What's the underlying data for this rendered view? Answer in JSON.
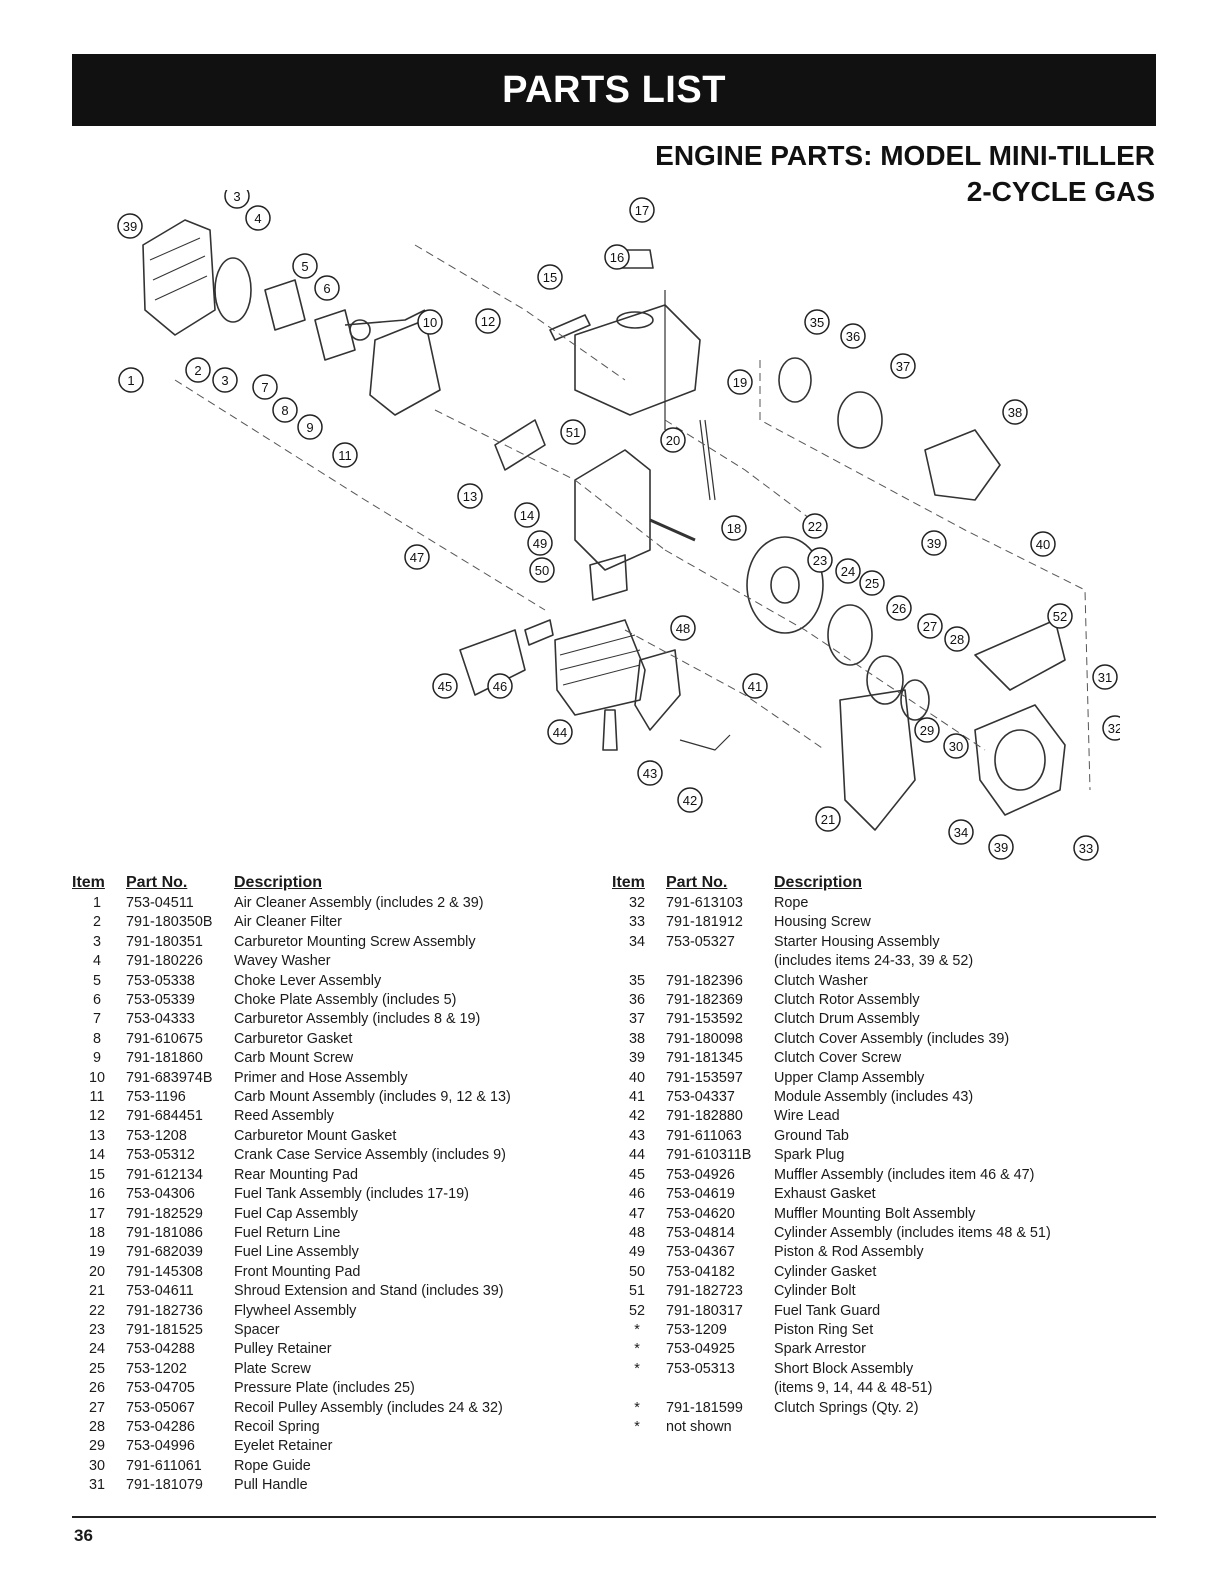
{
  "banner": {
    "title": "PARTS LIST"
  },
  "subtitle": {
    "line1": "ENGINE PARTS: MODEL MINI-TILLER",
    "line2": "2-CYCLE GAS"
  },
  "diagram": {
    "callouts": [
      "39",
      "3",
      "4",
      "5",
      "6",
      "10",
      "1",
      "2",
      "3",
      "7",
      "8",
      "9",
      "11",
      "12",
      "13",
      "14",
      "15",
      "16",
      "17",
      "19",
      "20",
      "51",
      "18",
      "35",
      "36",
      "37",
      "38",
      "39",
      "40",
      "22",
      "23",
      "24",
      "25",
      "26",
      "27",
      "28",
      "52",
      "31",
      "32",
      "29",
      "30",
      "21",
      "34",
      "39",
      "33",
      "47",
      "49",
      "50",
      "48",
      "45",
      "46",
      "41",
      "44",
      "43",
      "42"
    ]
  },
  "table_headers": {
    "item": "Item",
    "part": "Part No.",
    "desc": "Description"
  },
  "left_rows": [
    [
      "1",
      "753-04511",
      "Air Cleaner Assembly (includes 2 & 39)"
    ],
    [
      "2",
      "791-180350B",
      "Air Cleaner Filter"
    ],
    [
      "3",
      "791-180351",
      "Carburetor Mounting Screw Assembly"
    ],
    [
      "4",
      "791-180226",
      "Wavey Washer"
    ],
    [
      "5",
      "753-05338",
      "Choke Lever Assembly"
    ],
    [
      "6",
      "753-05339",
      "Choke Plate Assembly (includes 5)"
    ],
    [
      "7",
      "753-04333",
      "Carburetor Assembly (includes 8 & 19)"
    ],
    [
      "8",
      "791-610675",
      "Carburetor Gasket"
    ],
    [
      "9",
      "791-181860",
      "Carb Mount Screw"
    ],
    [
      "10",
      "791-683974B",
      "Primer and Hose Assembly"
    ],
    [
      "11",
      "753-1196",
      "Carb Mount Assembly (includes 9, 12 & 13)"
    ],
    [
      "12",
      "791-684451",
      "Reed Assembly"
    ],
    [
      "13",
      "753-1208",
      "Carburetor Mount Gasket"
    ],
    [
      "14",
      "753-05312",
      "Crank Case Service Assembly (includes 9)"
    ],
    [
      "15",
      "791-612134",
      "Rear Mounting Pad"
    ],
    [
      "16",
      "753-04306",
      "Fuel Tank Assembly (includes 17-19)"
    ],
    [
      "17",
      "791-182529",
      "Fuel Cap Assembly"
    ],
    [
      "18",
      "791-181086",
      "Fuel Return Line"
    ],
    [
      "19",
      "791-682039",
      "Fuel Line Assembly"
    ],
    [
      "20",
      "791-145308",
      "Front Mounting Pad"
    ],
    [
      "21",
      "753-04611",
      "Shroud Extension and Stand (includes 39)"
    ],
    [
      "22",
      "791-182736",
      "Flywheel Assembly"
    ],
    [
      "23",
      "791-181525",
      "Spacer"
    ],
    [
      "24",
      "753-04288",
      "Pulley Retainer"
    ],
    [
      "25",
      "753-1202",
      "Plate Screw"
    ],
    [
      "26",
      "753-04705",
      "Pressure Plate (includes 25)"
    ],
    [
      "27",
      "753-05067",
      "Recoil Pulley Assembly (includes 24 & 32)"
    ],
    [
      "28",
      "753-04286",
      "Recoil Spring"
    ],
    [
      "29",
      "753-04996",
      "Eyelet Retainer"
    ],
    [
      "30",
      "791-611061",
      "Rope Guide"
    ],
    [
      "31",
      "791-181079",
      "Pull Handle"
    ]
  ],
  "right_rows": [
    [
      "32",
      "791-613103",
      "Rope"
    ],
    [
      "33",
      "791-181912",
      "Housing Screw"
    ],
    [
      "34",
      "753-05327",
      "Starter Housing Assembly"
    ],
    [
      "",
      "",
      "(includes items 24-33, 39 & 52)"
    ],
    [
      "35",
      "791-182396",
      "Clutch Washer"
    ],
    [
      "36",
      "791-182369",
      "Clutch Rotor Assembly"
    ],
    [
      "37",
      "791-153592",
      "Clutch Drum Assembly"
    ],
    [
      "38",
      "791-180098",
      "Clutch Cover Assembly (includes 39)"
    ],
    [
      "39",
      "791-181345",
      "Clutch Cover Screw"
    ],
    [
      "40",
      "791-153597",
      "Upper Clamp Assembly"
    ],
    [
      "41",
      "753-04337",
      "Module Assembly (includes 43)"
    ],
    [
      "42",
      "791-182880",
      "Wire Lead"
    ],
    [
      "43",
      "791-611063",
      "Ground Tab"
    ],
    [
      "44",
      "791-610311B",
      "Spark Plug"
    ],
    [
      "45",
      "753-04926",
      "Muffler Assembly (includes item 46 & 47)"
    ],
    [
      "46",
      "753-04619",
      "Exhaust Gasket"
    ],
    [
      "47",
      "753-04620",
      "Muffler Mounting Bolt Assembly"
    ],
    [
      "48",
      "753-04814",
      "Cylinder Assembly (includes items 48 & 51)"
    ],
    [
      "49",
      "753-04367",
      "Piston & Rod Assembly"
    ],
    [
      "50",
      "753-04182",
      "Cylinder Gasket"
    ],
    [
      "51",
      "791-182723",
      "Cylinder Bolt"
    ],
    [
      "52",
      "791-180317",
      "Fuel Tank Guard"
    ],
    [
      "*",
      "753-1209",
      "Piston Ring Set"
    ],
    [
      "*",
      "753-04925",
      "Spark Arrestor"
    ],
    [
      "*",
      "753-05313",
      "Short Block Assembly"
    ],
    [
      "",
      "",
      "(items 9, 14, 44 & 48-51)"
    ],
    [
      "*",
      "791-181599",
      "Clutch Springs (Qty. 2)"
    ],
    [
      "",
      "",
      ""
    ],
    [
      "*",
      "not shown",
      ""
    ]
  ],
  "footer": {
    "page_number": "36"
  }
}
